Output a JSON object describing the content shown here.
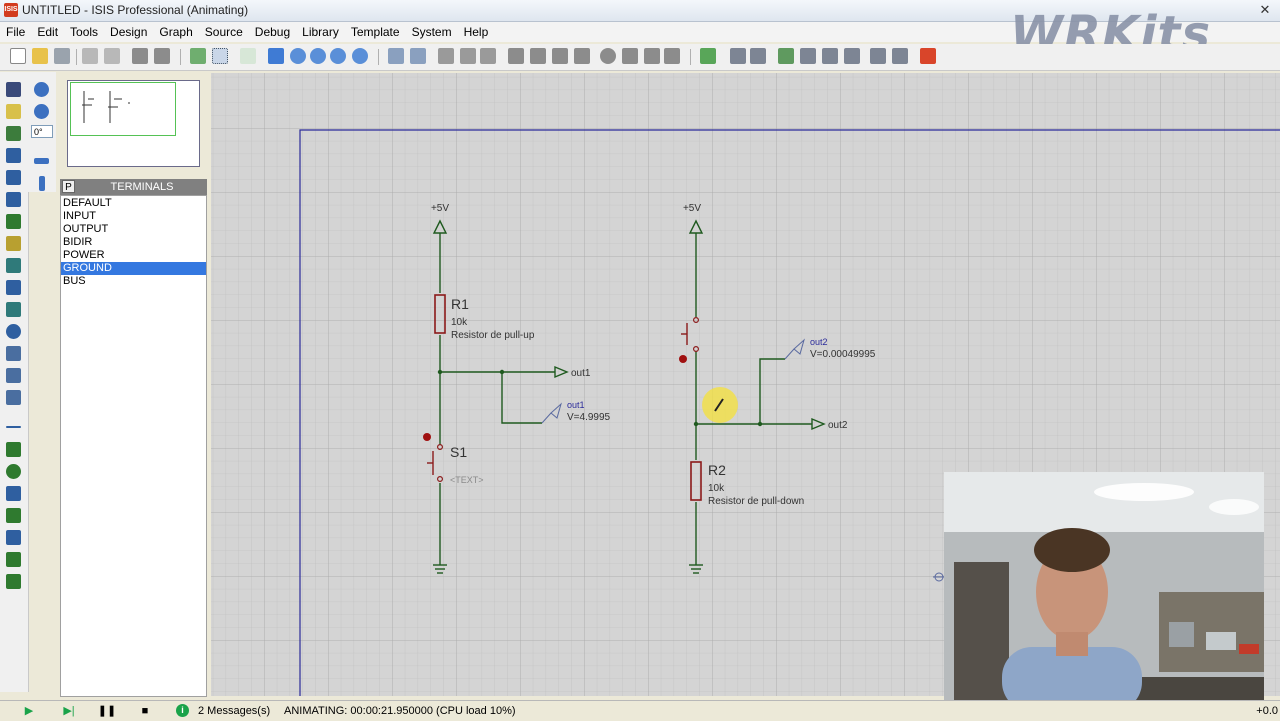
{
  "window": {
    "title": "UNTITLED - ISIS Professional (Animating)",
    "close_glyph": "✕"
  },
  "brand": {
    "logo_text": "WRKits"
  },
  "menu": [
    "File",
    "Edit",
    "Tools",
    "Design",
    "Graph",
    "Source",
    "Debug",
    "Library",
    "Template",
    "System",
    "Help"
  ],
  "left_panel": {
    "rotation_value": "0°",
    "mode_button": "P",
    "title": "TERMINALS",
    "items": [
      "DEFAULT",
      "INPUT",
      "OUTPUT",
      "BIDIR",
      "POWER",
      "GROUND",
      "BUS"
    ],
    "selected_item": "GROUND"
  },
  "schematic": {
    "left_circuit": {
      "supply_label": "+5V",
      "resistor": {
        "ref": "R1",
        "value": "10k",
        "description": "Resistor de pull-up"
      },
      "switch": {
        "ref": "S1",
        "text": "<TEXT>"
      },
      "terminal_label": "out1",
      "probe_name": "out1",
      "probe_reading": "V=4.9995"
    },
    "right_circuit": {
      "supply_label": "+5V",
      "resistor": {
        "ref": "R2",
        "value": "10k",
        "description": "Resistor de pull-down"
      },
      "terminal_label": "out2",
      "probe_name": "out2",
      "probe_reading": "V=0.00049995"
    }
  },
  "status": {
    "play_glyph": "▶",
    "step_glyph": "▶|",
    "pause_glyph": "❚❚",
    "stop_glyph": "■",
    "info_glyph": "i",
    "messages": "2 Messages(s)",
    "animation": "ANIMATING: 00:00:21.950000 (CPU load 10%)",
    "coord_fragment": "+0.0"
  },
  "colors": {
    "wire": "#1f5a1f",
    "component": "#8b1a1a",
    "sheet_border": "#2b2b9a",
    "selection": "#3478e0",
    "grid_bg": "#d4d4d4"
  }
}
